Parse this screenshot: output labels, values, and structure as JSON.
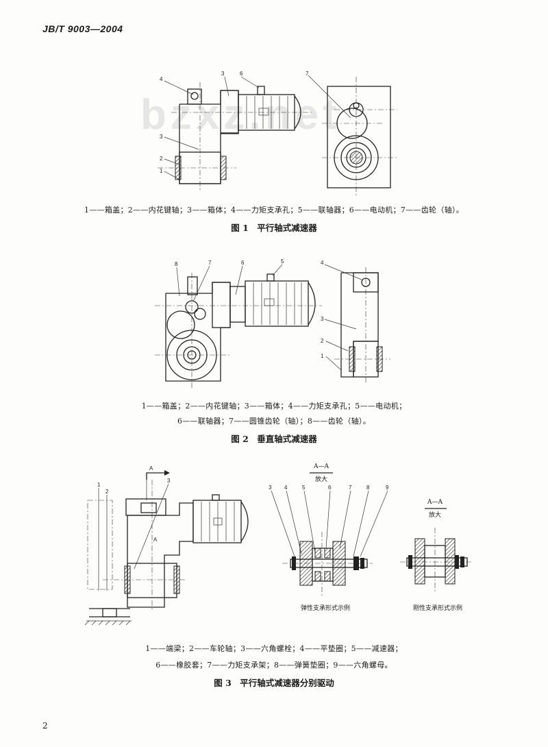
{
  "header": {
    "standard": "JB/T 9003—2004"
  },
  "watermark": "bzxz.net",
  "figure1": {
    "legend": "1——箱盖；2——内花键轴；3——箱体；4——力矩支承孔；5——联轴器；6——电动机；7——齿轮（轴）。",
    "caption": "图 1　平行轴式减速器",
    "callouts": [
      "4",
      "3",
      "6",
      "3",
      "2",
      "1",
      "7"
    ]
  },
  "figure2": {
    "legend_line1": "1——箱盖；2——内花键轴；3——箱体；4——力矩支承孔；5——电动机；",
    "legend_line2": "6——联轴器；7——圆锥齿轮（轴）；8——齿轮（轴）。",
    "caption": "图 2　垂直轴式减速器",
    "callouts": [
      "8",
      "7",
      "6",
      "5",
      "4",
      "3",
      "2",
      "1"
    ]
  },
  "figure3": {
    "legend_line1": "1——端梁；2——车轮轴；3——六角螺栓；4——平垫圈；5——减速器；",
    "legend_line2": "6——橡胶套；7——力矩支承架；8——弹簧垫圈；9——六角螺母。",
    "caption": "图 3　平行轴式减速器分别驱动",
    "section_label_1": "A—A",
    "section_scale_1": "放大",
    "section_label_2": "A—A",
    "section_scale_2": "放大",
    "sub_caption_1": "弹性支承形式示例",
    "sub_caption_2": "刚性支承形式示例",
    "arrow_label": "A",
    "callouts": [
      "1",
      "2",
      "3",
      "4",
      "5",
      "6",
      "7",
      "8",
      "9"
    ]
  },
  "page_number": "2"
}
